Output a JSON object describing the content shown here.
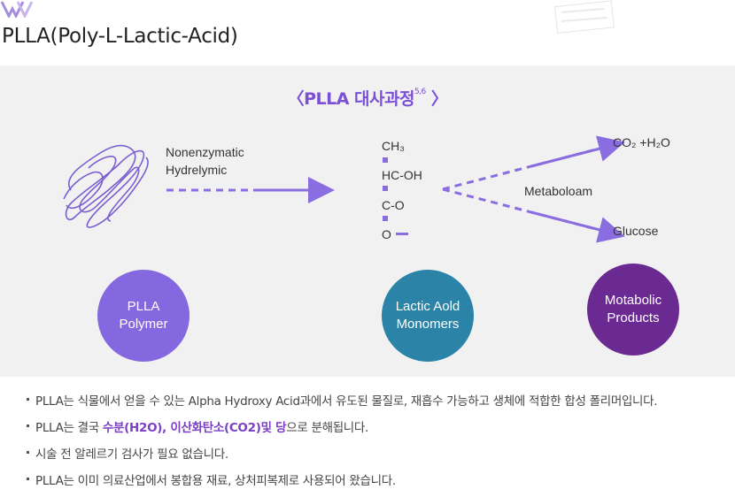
{
  "page_title": "PLLA(Poly-L-Lactic-Acid)",
  "panel": {
    "title": "〈PLLA 대사과정",
    "title_sup": "5,6",
    "title_end": "〉"
  },
  "diagram": {
    "hydrolysis_label_1": "Nonenzymatic",
    "hydrolysis_label_2": "Hydrelymic",
    "formula": [
      "CH₃",
      "HC-OH",
      "C-O",
      "O"
    ],
    "metabolism_label": "Metaboloam",
    "product_1": "CO₂ +H₂O",
    "product_2": "Glucose"
  },
  "circles": [
    {
      "line1": "PLLA",
      "line2": "Polymer",
      "color": "#8468e0"
    },
    {
      "line1": "Lactic Aold",
      "line2": "Monomers",
      "color": "#2b83a8"
    },
    {
      "line1": "Motabolic",
      "line2": "Products",
      "color": "#6a2a92"
    }
  ],
  "bullets": {
    "b1": "PLLA는 식물에서 얻을 수 있는 Alpha Hydroxy Acid과에서 유도된 물질로, 재흡수 가능하고 생체에 적합한 합성 폴리머입니다.",
    "b2_pre": "PLLA는 결국 ",
    "b2_hl": "수분(H2O), 이산화탄소(CO2)및 당",
    "b2_post": "으로 분해됩니다.",
    "b3": "시술 전 알레르기 검사가 필요 없습니다.",
    "b4": "PLLA는 이미 의료산업에서 봉합용 재료, 상처피복제로 사용되어 왔습니다."
  },
  "colors": {
    "accent_purple": "#7b4fd6",
    "arrow": "#8a6ee0",
    "panel_bg": "#f1f1f1"
  }
}
